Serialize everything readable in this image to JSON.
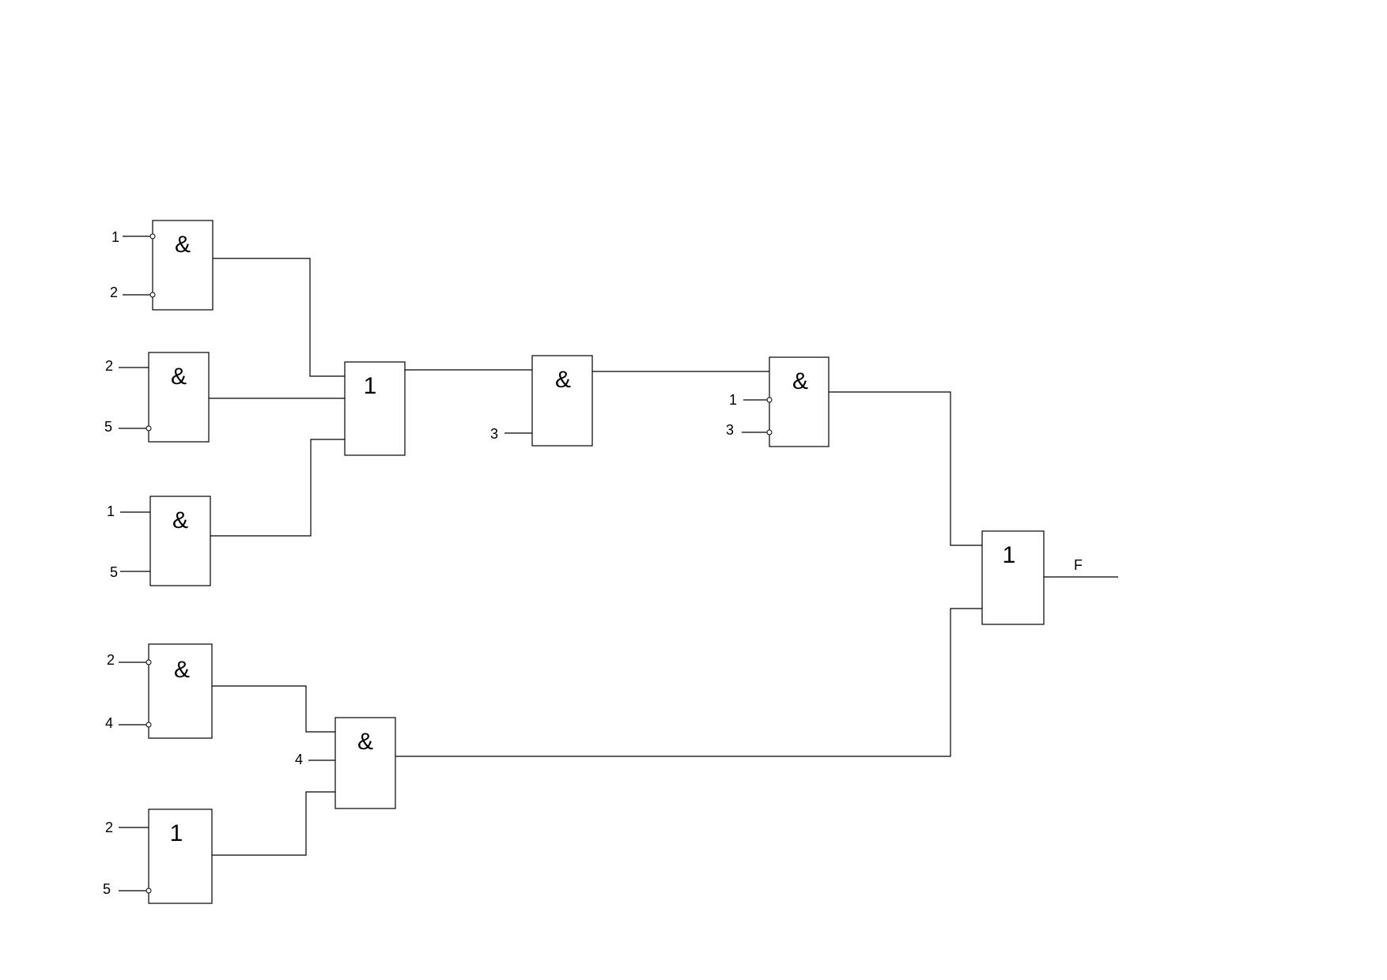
{
  "diagram": {
    "gates": [
      {
        "id": "g1",
        "symbol": "&"
      },
      {
        "id": "g2",
        "symbol": "&"
      },
      {
        "id": "g3",
        "symbol": "&"
      },
      {
        "id": "g4",
        "symbol": "1"
      },
      {
        "id": "g5",
        "symbol": "&"
      },
      {
        "id": "g6",
        "symbol": "&"
      },
      {
        "id": "g7",
        "symbol": "&"
      },
      {
        "id": "g8",
        "symbol": "1"
      },
      {
        "id": "g9",
        "symbol": "&"
      },
      {
        "id": "g10",
        "symbol": "1"
      }
    ],
    "inputs": [
      {
        "id": "in-g1-a",
        "gate": "g1",
        "label": "1",
        "inverted": true
      },
      {
        "id": "in-g1-b",
        "gate": "g1",
        "label": "2",
        "inverted": true
      },
      {
        "id": "in-g2-a",
        "gate": "g2",
        "label": "2",
        "inverted": false
      },
      {
        "id": "in-g2-b",
        "gate": "g2",
        "label": "5",
        "inverted": true
      },
      {
        "id": "in-g3-a",
        "gate": "g3",
        "label": "1",
        "inverted": false
      },
      {
        "id": "in-g3-b",
        "gate": "g3",
        "label": "5",
        "inverted": false
      },
      {
        "id": "in-g5-b",
        "gate": "g5",
        "label": "3",
        "inverted": false
      },
      {
        "id": "in-g6-b",
        "gate": "g6",
        "label": "1",
        "inverted": true
      },
      {
        "id": "in-g6-c",
        "gate": "g6",
        "label": "3",
        "inverted": true
      },
      {
        "id": "in-g7-a",
        "gate": "g7",
        "label": "2",
        "inverted": true
      },
      {
        "id": "in-g7-b",
        "gate": "g7",
        "label": "4",
        "inverted": true
      },
      {
        "id": "in-g8-a",
        "gate": "g8",
        "label": "2",
        "inverted": false
      },
      {
        "id": "in-g8-b",
        "gate": "g8",
        "label": "5",
        "inverted": true
      },
      {
        "id": "in-g9-b",
        "gate": "g9",
        "label": "4",
        "inverted": false
      }
    ],
    "output": {
      "label": "F"
    }
  }
}
